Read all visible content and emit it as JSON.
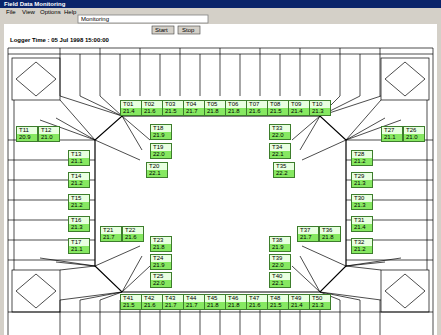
{
  "diagram": {
    "nodes": [
      {
        "text": [
          "T01",
          "21.4"
        ]
      },
      {
        "text": [
          "T02",
          "21.6"
        ]
      },
      {
        "text": [
          "T03",
          "21.5"
        ]
      },
      {
        "text": [
          "T04",
          "21.7"
        ]
      },
      {
        "text": [
          "T05",
          "21.8"
        ]
      },
      {
        "text": [
          "T06",
          "21.8"
        ]
      },
      {
        "text": [
          "T07",
          "21.6"
        ]
      },
      {
        "text": [
          "T08",
          "21.5"
        ]
      },
      {
        "text": [
          "T09",
          "21.4"
        ]
      },
      {
        "text": [
          "T10",
          "21.3"
        ]
      },
      {
        "text": [
          "T11",
          "20.9"
        ]
      },
      {
        "text": [
          "T12",
          "21.0"
        ]
      },
      {
        "text": [
          "T13",
          "21.1"
        ]
      },
      {
        "text": [
          "T14",
          "21.2"
        ]
      },
      {
        "text": [
          "T15",
          "21.2"
        ]
      },
      {
        "text": [
          "T16",
          "21.3"
        ]
      },
      {
        "text": [
          "T17",
          "21.1"
        ]
      },
      {
        "text": [
          "T18",
          "21.9"
        ]
      },
      {
        "text": [
          "T19",
          "22.0"
        ]
      },
      {
        "text": [
          "T20",
          "22.1"
        ]
      },
      {
        "text": [
          "T21",
          "21.7"
        ]
      },
      {
        "text": [
          "T22",
          "21.6"
        ]
      },
      {
        "text": [
          "T23",
          "21.8"
        ]
      },
      {
        "text": [
          "T24",
          "21.9"
        ]
      },
      {
        "text": [
          "T25",
          "22.0"
        ]
      },
      {
        "text": [
          "T26",
          "21.0"
        ]
      },
      {
        "text": [
          "T27",
          "21.1"
        ]
      },
      {
        "text": [
          "T28",
          "21.2"
        ]
      },
      {
        "text": [
          "T29",
          "21.3"
        ]
      },
      {
        "text": [
          "T30",
          "21.3"
        ]
      },
      {
        "text": [
          "T31",
          "21.4"
        ]
      },
      {
        "text": [
          "T32",
          "21.2"
        ]
      },
      {
        "text": [
          "T33",
          "22.0"
        ]
      },
      {
        "text": [
          "T34",
          "22.1"
        ]
      },
      {
        "text": [
          "T35",
          "22.2"
        ]
      },
      {
        "text": [
          "T36",
          "21.8"
        ]
      },
      {
        "text": [
          "T37",
          "21.7"
        ]
      },
      {
        "text": [
          "T38",
          "21.9"
        ]
      },
      {
        "text": [
          "T39",
          "22.0"
        ]
      },
      {
        "text": [
          "T40",
          "22.1"
        ]
      },
      {
        "text": [
          "T41",
          "21.5"
        ]
      },
      {
        "text": [
          "T42",
          "21.6"
        ]
      },
      {
        "text": [
          "T43",
          "21.7"
        ]
      },
      {
        "text": [
          "T44",
          "21.7"
        ]
      },
      {
        "text": [
          "T45",
          "21.8"
        ]
      },
      {
        "text": [
          "T46",
          "21.8"
        ]
      },
      {
        "text": [
          "T47",
          "21.6"
        ]
      },
      {
        "text": [
          "T48",
          "21.5"
        ]
      },
      {
        "text": [
          "T49",
          "21.4"
        ]
      },
      {
        "text": [
          "T50",
          "21.3"
        ]
      }
    ],
    "labels": [
      "Field Data Monitoring",
      "File",
      "View",
      "Options",
      "Help",
      "Monitoring",
      "Start",
      "Stop",
      "Logger Time : 05 Jul 1998 15:00:00"
    ]
  }
}
